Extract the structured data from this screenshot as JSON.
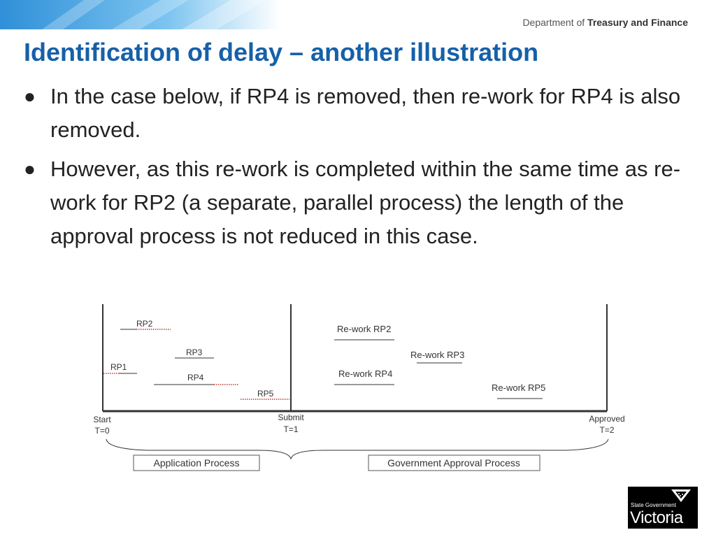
{
  "header": {
    "dept_prefix": "Department of",
    "dept_name": "Treasury and Finance"
  },
  "slide": {
    "title": "Identification of delay – another illustration",
    "bullets": [
      "In the case below, if RP4 is removed, then re-work for RP4 is also removed.",
      "However, as this re-work is completed within the same time as re-work for RP2 (a separate, parallel process) the length of the approval process is not reduced in this case."
    ]
  },
  "diagram": {
    "processes": {
      "rp1": "RP1",
      "rp2": "RP2",
      "rp3": "RP3",
      "rp4": "RP4",
      "rp5": "RP5"
    },
    "rework": {
      "rp2": "Re-work RP2",
      "rp3": "Re-work RP3",
      "rp4": "Re-work RP4",
      "rp5": "Re-work RP5"
    },
    "milestones": {
      "start_label": "Start",
      "start_time": "T=0",
      "submit_label": "Submit",
      "submit_time": "T=1",
      "approved_label": "Approved",
      "approved_time": "T=2"
    },
    "phases": {
      "application": "Application Process",
      "government": "Government Approval Process"
    }
  },
  "footer": {
    "state_government": "State Government",
    "victoria": "Victoria"
  },
  "colors": {
    "title": "#1660a8",
    "delay_dotted": "#c0392b"
  }
}
